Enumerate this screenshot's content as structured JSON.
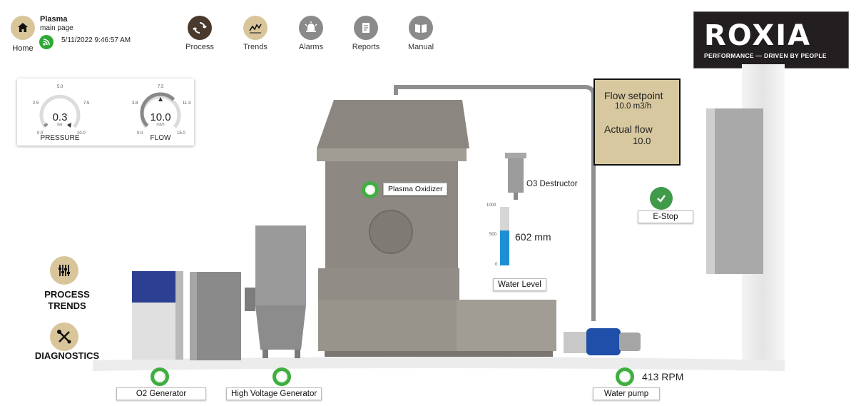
{
  "header": {
    "home_label": "Home",
    "app_title": "Plasma",
    "app_subtitle": "main page",
    "datetime": "5/11/2022 9:46:57 AM",
    "nav": [
      {
        "label": "Process",
        "icon": "cycle-icon"
      },
      {
        "label": "Trends",
        "icon": "trend-line-icon"
      },
      {
        "label": "Alarms",
        "icon": "alarm-bell-icon"
      },
      {
        "label": "Reports",
        "icon": "report-document-icon"
      },
      {
        "label": "Manual",
        "icon": "book-icon"
      }
    ]
  },
  "logo": {
    "name": "ROXIA",
    "tagline": "PERFORMANCE — DRIVEN BY PEOPLE"
  },
  "gauges": {
    "pressure": {
      "label": "PRESSURE",
      "value": "0.3",
      "unit": "bar",
      "ticks": [
        "0.0",
        "2.5",
        "5.0",
        "7.5",
        "10.0"
      ],
      "fraction": 0.03
    },
    "flow": {
      "label": "FLOW",
      "value": "10.0",
      "unit": "m3/h",
      "ticks": [
        "0.0",
        "3.8",
        "7.5",
        "11.3",
        "15.0"
      ],
      "fraction": 0.667
    }
  },
  "flow_panel": {
    "setpoint_label": "Flow setpoint",
    "setpoint_value": "10.0 m3/h",
    "actual_label": "Actual flow",
    "actual_value": "10.0"
  },
  "equipment": {
    "plasma_oxidizer": "Plasma Oxidizer",
    "o3_destructor": "O3 Destructor",
    "water_level_label": "Water Level",
    "water_level_value": "602 mm",
    "water_level_ticks": [
      "1000",
      "500",
      "0"
    ],
    "water_level_fraction": 0.602,
    "estop_label": "E-Stop",
    "o2_generator": "O2 Generator",
    "hv_generator": "High Voltage Generator",
    "water_pump": "Water pump",
    "pump_speed": "413 RPM"
  },
  "side_menu": {
    "process_trends": "PROCESS TRENDS",
    "diagnostics": "DIAGNOSTICS"
  },
  "colors": {
    "accent_tan": "#d9c59a",
    "status_green": "#3fae3f",
    "water_blue": "#1e8fd6"
  }
}
